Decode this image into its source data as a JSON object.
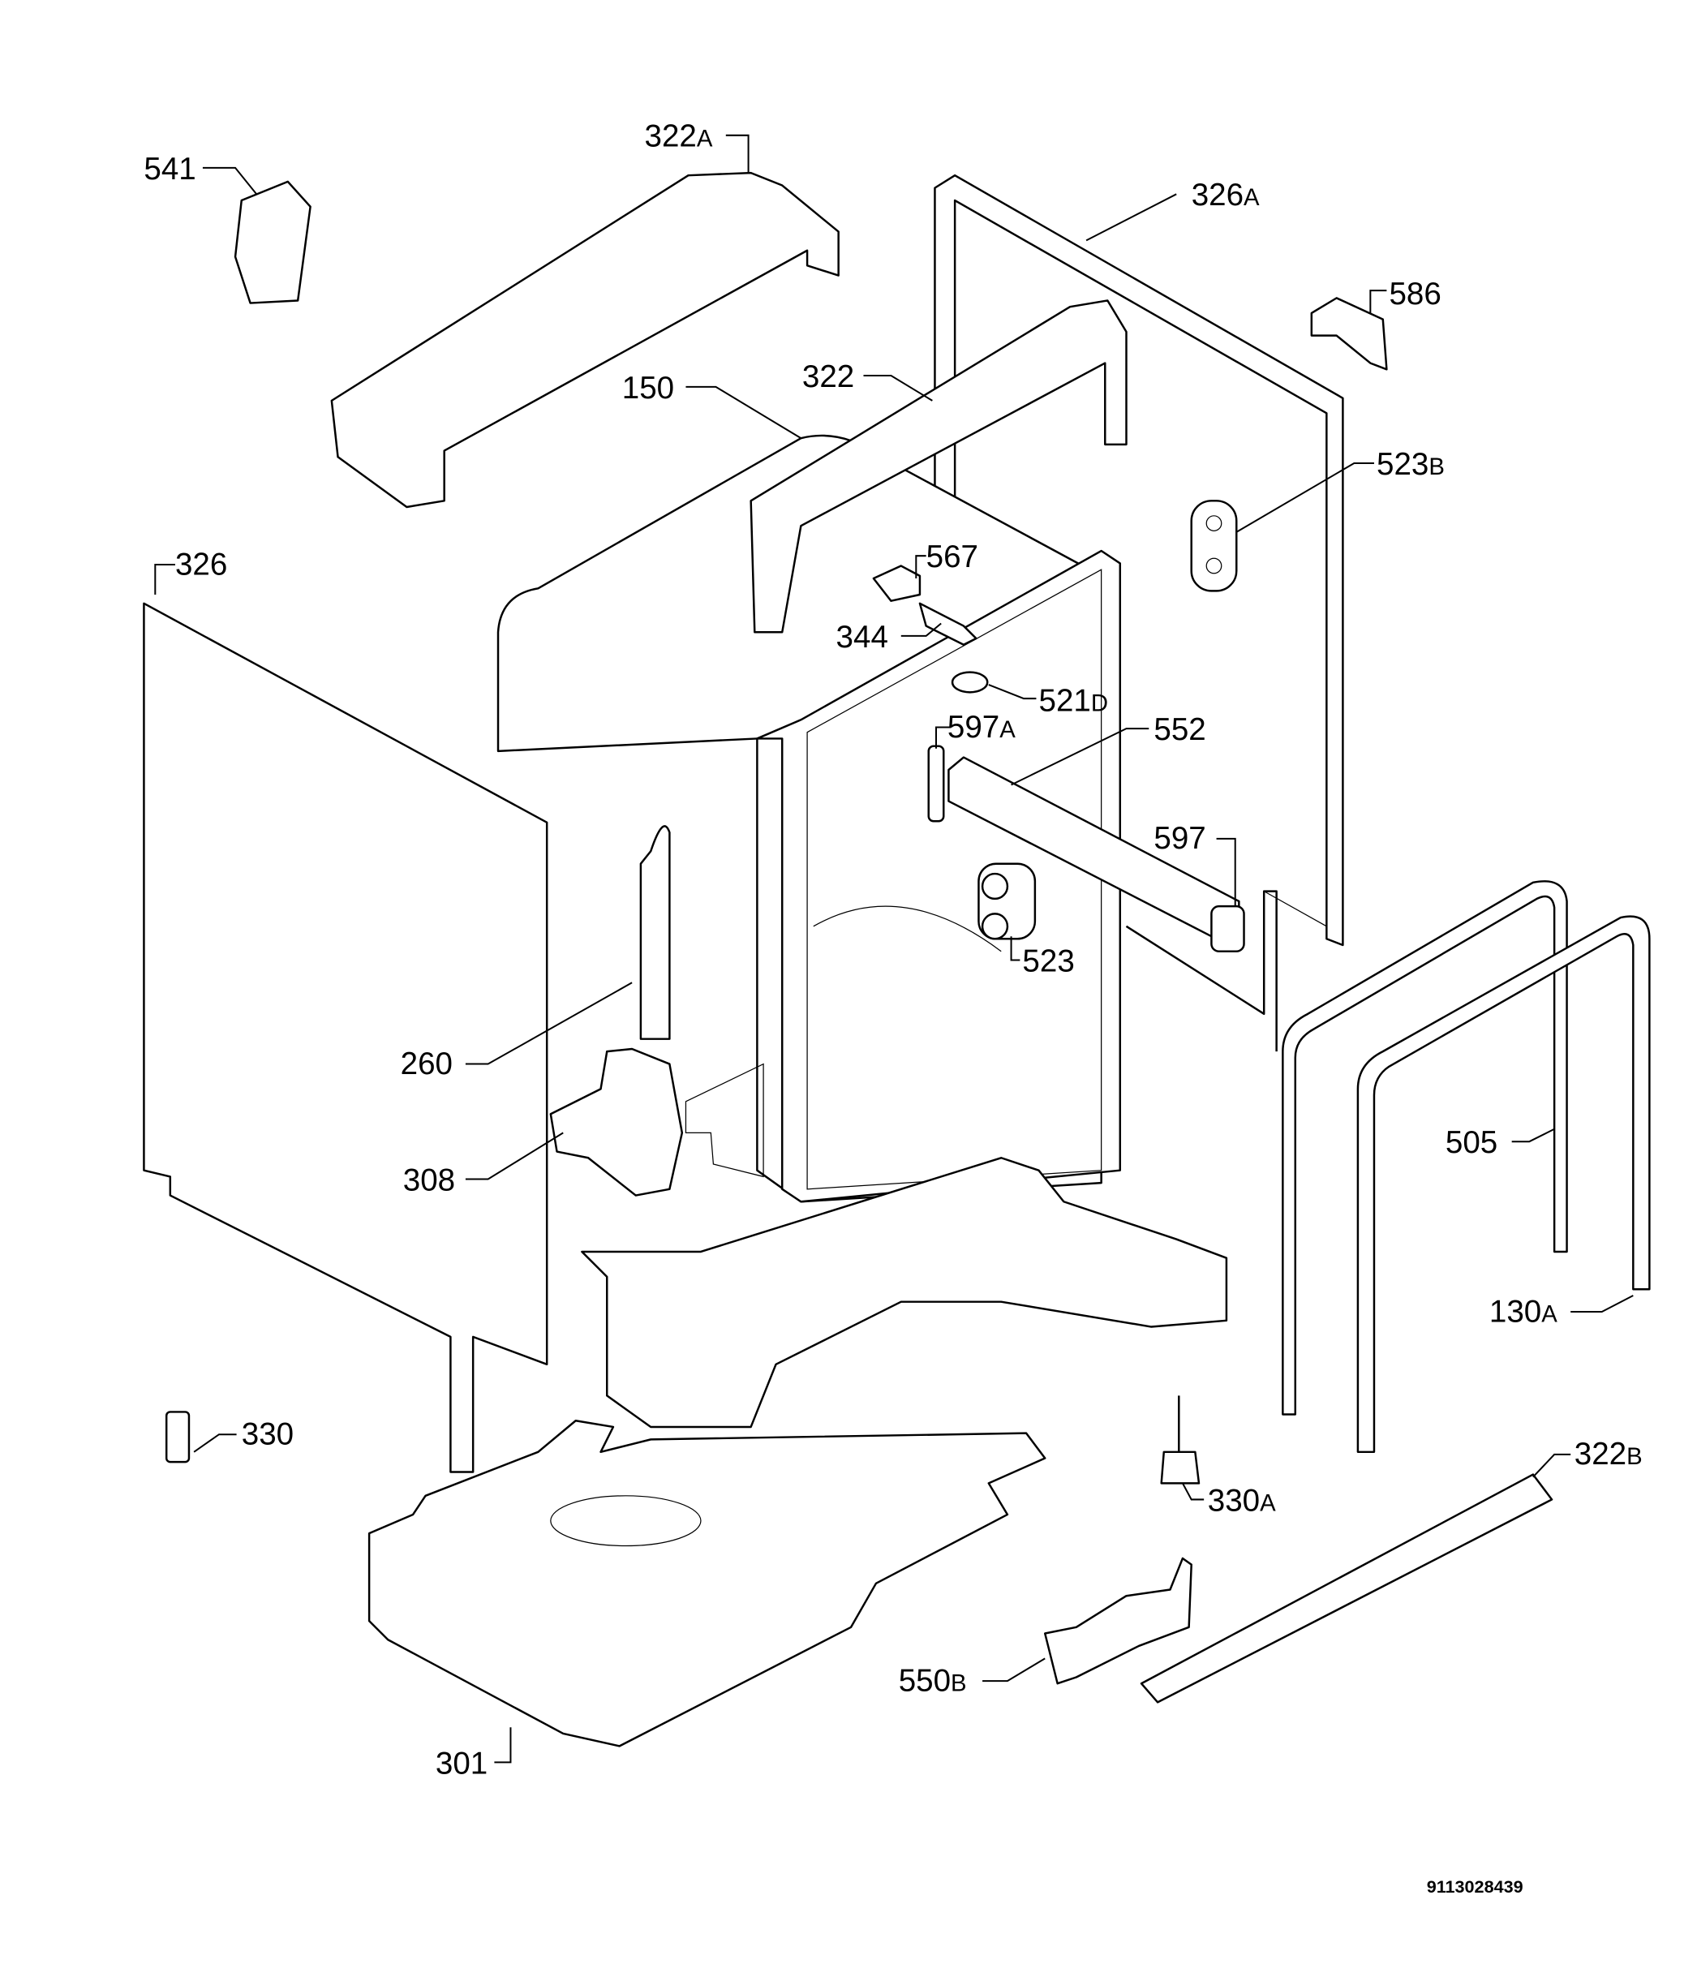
{
  "diagram": {
    "title": "Exploded parts diagram - dishwasher body",
    "labels": [
      {
        "num": "541",
        "suffix": ""
      },
      {
        "num": "322",
        "suffix": "A"
      },
      {
        "num": "326",
        "suffix": "A"
      },
      {
        "num": "586",
        "suffix": ""
      },
      {
        "num": "150",
        "suffix": ""
      },
      {
        "num": "322",
        "suffix": ""
      },
      {
        "num": "523",
        "suffix": "B"
      },
      {
        "num": "326",
        "suffix": ""
      },
      {
        "num": "567",
        "suffix": ""
      },
      {
        "num": "344",
        "suffix": ""
      },
      {
        "num": "521",
        "suffix": "D"
      },
      {
        "num": "597",
        "suffix": "A"
      },
      {
        "num": "552",
        "suffix": ""
      },
      {
        "num": "597",
        "suffix": ""
      },
      {
        "num": "523",
        "suffix": ""
      },
      {
        "num": "260",
        "suffix": ""
      },
      {
        "num": "308",
        "suffix": ""
      },
      {
        "num": "505",
        "suffix": ""
      },
      {
        "num": "130",
        "suffix": "A"
      },
      {
        "num": "330",
        "suffix": ""
      },
      {
        "num": "330",
        "suffix": "A"
      },
      {
        "num": "322",
        "suffix": "B"
      },
      {
        "num": "550",
        "suffix": "B"
      },
      {
        "num": "301",
        "suffix": ""
      }
    ],
    "footer_code": "9113028439"
  }
}
